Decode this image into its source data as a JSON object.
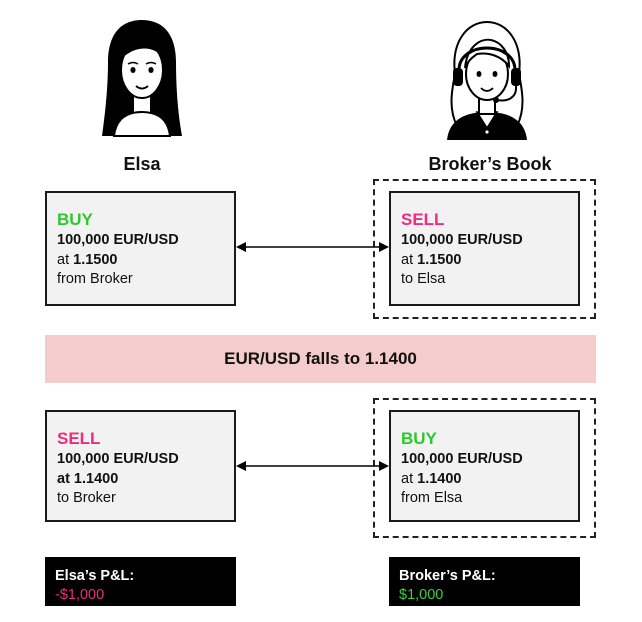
{
  "people": {
    "elsa_name": "Elsa",
    "broker_name": "Broker’s Book"
  },
  "icons": {
    "elsa": "woman-avatar-icon",
    "broker": "headset-agent-avatar-icon"
  },
  "colors": {
    "buy": "#2fc72f",
    "sell": "#ee2d7d",
    "banner": "#f4cccc",
    "pnl_bg": "#000000"
  },
  "trades": {
    "elsa_open": {
      "side": "BUY",
      "amount": "100,000 EUR/USD",
      "at": "at",
      "price": "1.1500",
      "counterparty": "from Broker"
    },
    "broker_open": {
      "side": "SELL",
      "amount": "100,000 EUR/USD",
      "at": "at",
      "price": "1.1500",
      "counterparty": "to Elsa"
    },
    "elsa_close": {
      "side": "SELL",
      "amount": "100,000 EUR/USD",
      "at_line": "at 1.1400",
      "counterparty": "to Broker"
    },
    "broker_close": {
      "side": "BUY",
      "amount": "100,000 EUR/USD",
      "at": "at",
      "price": "1.1400",
      "counterparty": "from Elsa"
    }
  },
  "banner": {
    "text": "EUR/USD falls to 1.1400"
  },
  "pnl": {
    "elsa": {
      "label": "Elsa’s P&L:",
      "value": "-$1,000"
    },
    "broker": {
      "label": "Broker’s P&L:",
      "value": "$1,000"
    }
  }
}
